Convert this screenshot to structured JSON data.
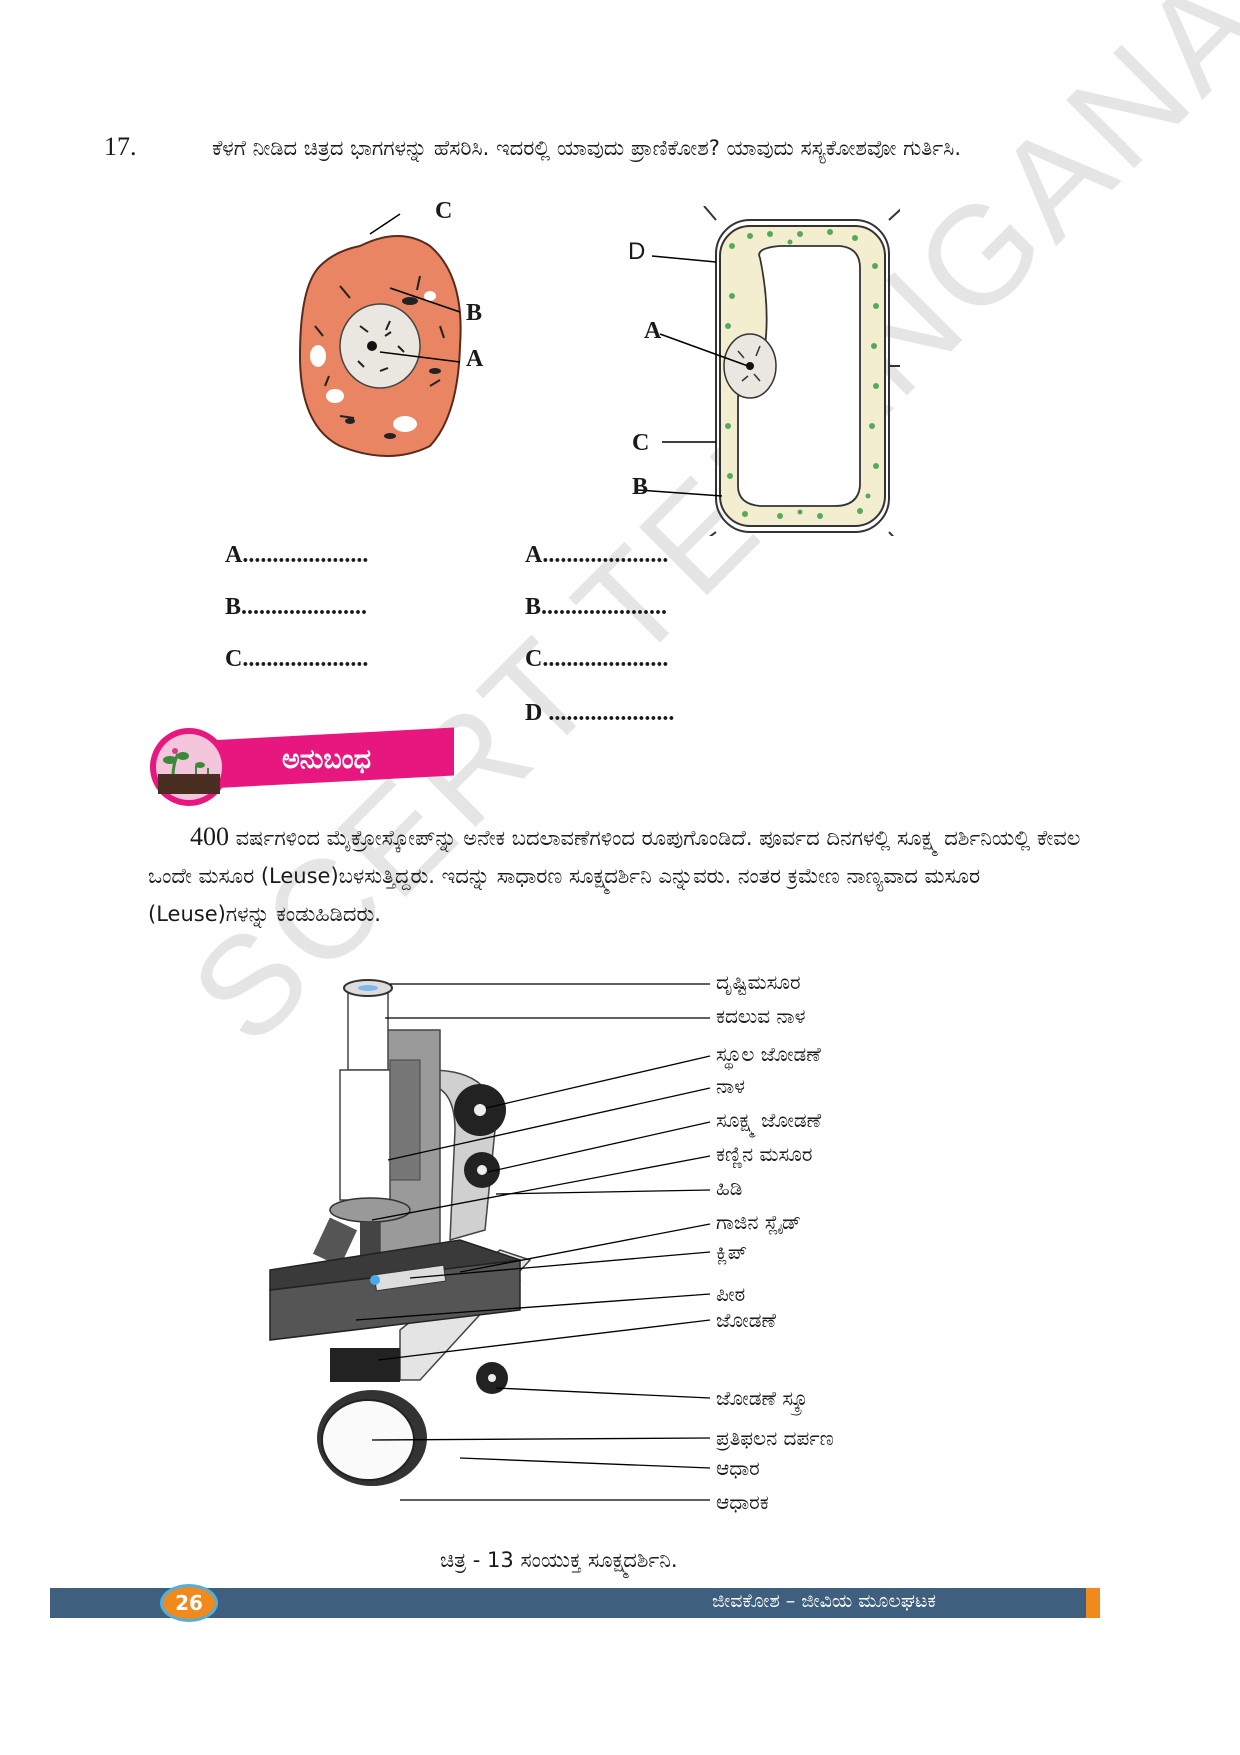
{
  "question": {
    "number": "17.",
    "text": "ಕೆಳಗೆ ನೀಡಿದ ಚಿತ್ರದ ಭಾಗಗಳನ್ನು ಹೆಸರಿಸಿ. ಇದರಲ್ಲಿ ಯಾವುದು ಪ್ರಾಣಿಕೋಶ? ಯಾವುದು ಸಸ್ಯಕೋಶವೋ ಗುರ್ತಿಸಿ."
  },
  "animal_cell_labels": [
    "C",
    "B",
    "A"
  ],
  "plant_cell_labels": [
    "D",
    "A",
    "C",
    "B"
  ],
  "answers_left": [
    {
      "letter": "A",
      "dots": "....................."
    },
    {
      "letter": "B",
      "dots": "....................."
    },
    {
      "letter": "C",
      "dots": "....................."
    }
  ],
  "answers_right": [
    {
      "letter": "A",
      "dots": "....................."
    },
    {
      "letter": "B",
      "dots": "....................."
    },
    {
      "letter": "C",
      "dots": "....................."
    },
    {
      "letter": "D",
      "dots": "....................."
    }
  ],
  "section": {
    "title": "ಅನುಬಂಧ"
  },
  "paragraph": {
    "number": "400",
    "text": " ವರ್ಷಗಳಿಂದ ಮೈಕ್ರೋಸ್ಕೋಪ್‌ನ್ನು ಅನೇಕ ಬದಲಾವಣೆಗಳಿಂದ ರೂಪುಗೊಂಡಿದೆ. ಪೂರ್ವದ ದಿನಗಳಲ್ಲಿ ಸೂಕ್ಷ್ಮ ದರ್ಶಿನಿಯಲ್ಲಿ ಕೇವಲ ಒಂದೇ ಮಸೂರ (Leuse)ಬಳಸುತ್ತಿದ್ದರು. ಇದನ್ನು ಸಾಧಾರಣ ಸೂಕ್ಷ್ಮದರ್ಶಿನಿ ಎನ್ನುವರು. ನಂತರ ಕ್ರಮೇಣ ನಾಣ್ಯವಾದ ಮಸೂರ (Leuse)ಗಳನ್ನು ಕಂಡುಹಿಡಿದರು."
  },
  "microscope_labels": [
    "ದೃಷ್ಟಿಮಸೂರ",
    "ಕದಲುವ ನಾಳ",
    "ಸ್ಥೂಲ ಜೋಡಣೆ",
    "ನಾಳ",
    "ಸೂಕ್ಷ್ಮ ಜೋಡಣೆ",
    "ಕಣ್ಣಿನ ಮಸೂರ",
    "ಹಿಡಿ",
    "ಗಾಜಿನ ಸ್ಲೈಡ್",
    "ಕ್ಲಿಪ್",
    "ಪೀಠ",
    "ಜೋಡಣೆ",
    "ಜೋಡಣೆ ಸ್ಕ್ರೂ",
    "ಪ್ರತಿಫಲನ ದರ್ಪಣ",
    "ಆಧಾರ",
    "ಆಧಾರಕ"
  ],
  "caption": "ಚಿತ್ರ - 13 ಸಂಯುಕ್ತ ಸೂಕ್ಷ್ಮದರ್ಶಿನಿ.",
  "footer": {
    "page_number": "26",
    "chapter": "ಜೀವಕೋಶ – ಜೀವಿಯ ಮೂಲಘಟಕ"
  },
  "watermark": "SCERT TELANGANA",
  "colors": {
    "banner": "#e8177f",
    "footer_bar": "#3e5f7e",
    "footer_accent": "#f08a1c",
    "animal_cell": "#e98563",
    "plant_cell_cytoplasm": "#f3eed0"
  }
}
